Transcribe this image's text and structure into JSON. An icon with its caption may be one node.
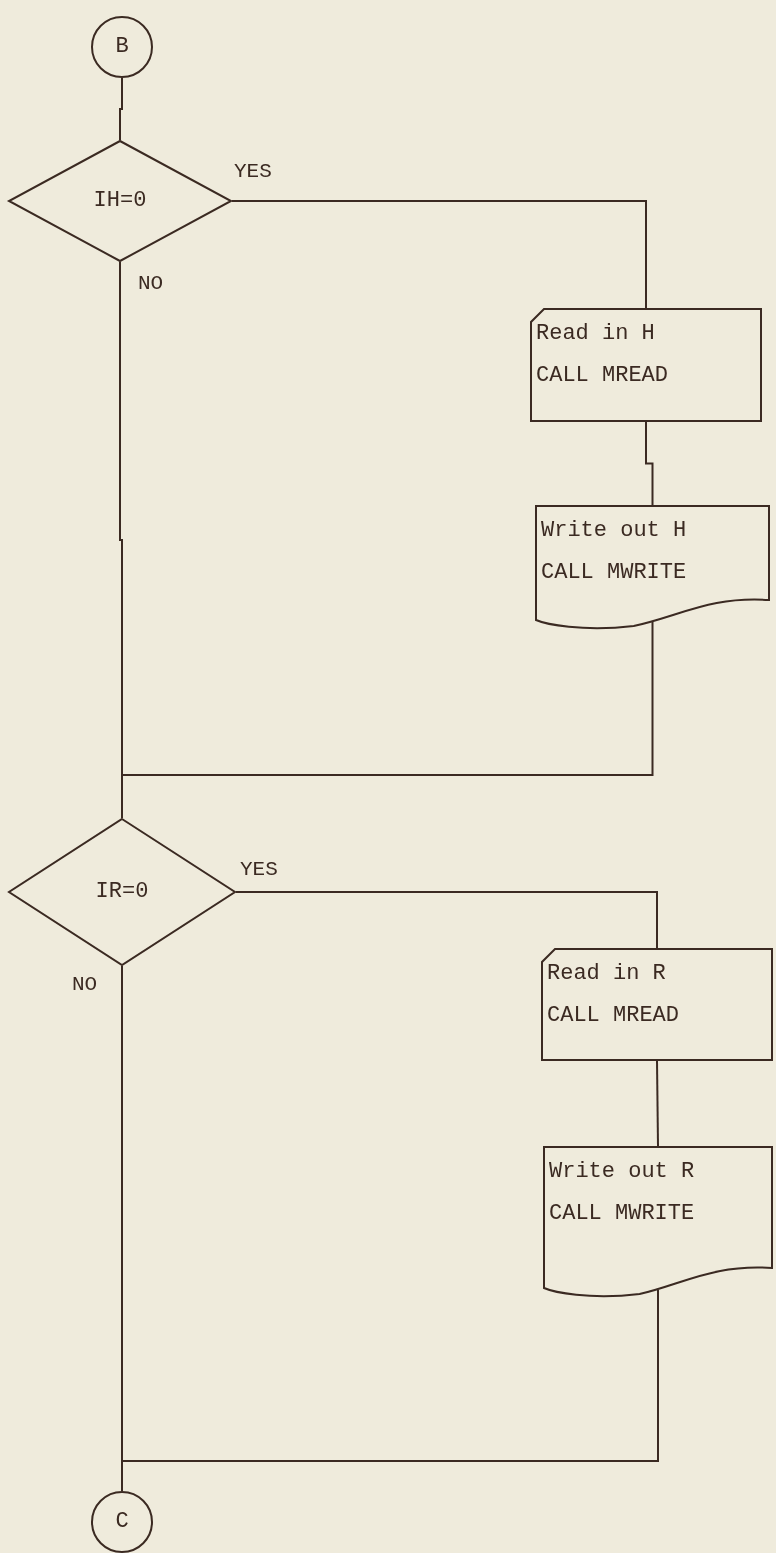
{
  "diagram": {
    "nodes": [
      {
        "text": [
          "B"
        ]
      },
      {
        "text": [
          "IH=0"
        ]
      },
      {
        "text": [
          "Read in H",
          "CALL MREAD"
        ]
      },
      {
        "text": [
          "Write out H",
          "CALL MWRITE"
        ]
      },
      {
        "text": [
          "IR=0"
        ]
      },
      {
        "text": [
          "Read in R",
          "CALL MREAD"
        ]
      },
      {
        "text": [
          "Write out R",
          "CALL MWRITE"
        ]
      },
      {
        "text": [
          "C"
        ]
      }
    ],
    "edges": [
      {
        "from": 0,
        "to": 1,
        "arrow": "none"
      },
      {
        "from": 1,
        "to": 2,
        "arrow": "none",
        "label": "YES"
      },
      {
        "from": 2,
        "to": 3,
        "arrow": "none"
      },
      {
        "from": 1,
        "to": 4,
        "arrow": "none",
        "label": "NO"
      },
      {
        "from": 3,
        "to": 4,
        "arrow": "none"
      },
      {
        "from": 4,
        "to": 5,
        "arrow": "none",
        "label": "YES"
      },
      {
        "from": 5,
        "to": 6,
        "arrow": "none"
      },
      {
        "from": 4,
        "to": 7,
        "arrow": "none",
        "label": "NO"
      },
      {
        "from": 6,
        "to": 7,
        "arrow": "none"
      }
    ]
  }
}
